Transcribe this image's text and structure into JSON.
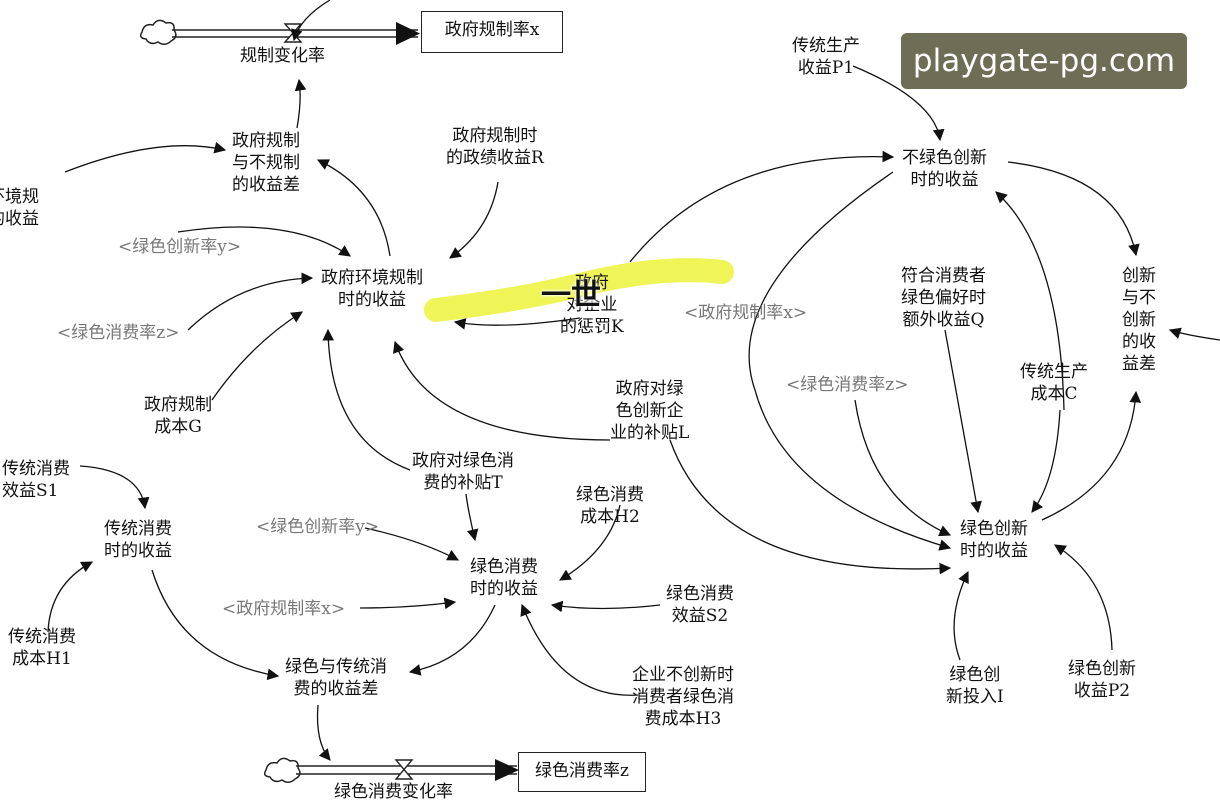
{
  "nodes": {
    "reg_change_rate": "规制变化率",
    "gov_reg_diff": "政府规制\n与不规制\n的收益差",
    "left_cut_label": "环境规\n的收益",
    "gov_reg_perf": "政府规制时\n的政绩收益R",
    "green_innov_rate_1": "<绿色创新率y>",
    "gov_env_reg_benefit": "政府环境规制\n时的收益",
    "green_cons_rate_1": "<绿色消费率z>",
    "gov_reg_cost": "政府规制\n成本G",
    "penalty": "政府\n对企业\n的惩罚K",
    "gov_subsidy_innov": "政府对绿\n色创新企\n业的补贴L",
    "gov_subsidy_cons": "政府对绿色消\n费的补贴T",
    "trad_cons_benefit_s1": "传统消费\n效益S1",
    "trad_cons_revenue": "传统消费\n时的收益",
    "green_innov_rate_2": "<绿色创新率y>",
    "green_cons_cost_h2": "绿色消费\n成本H2",
    "green_cons_revenue": "绿色消费\n时的收益",
    "gov_reg_rate_2": "<政府规制率x>",
    "green_cons_benefit_s2": "绿色消费\n效益S2",
    "trad_cons_cost_h1": "传统消费\n成本H1",
    "green_trad_cons_diff": "绿色与传统消\n费的收益差",
    "h3": "企业不创新时\n消费者绿色消\n费成本H3",
    "green_cons_change_rate": "绿色消费变化率",
    "trad_prod_p1": "传统生产\n收益P1",
    "non_green_innov_revenue": "不绿色创新\n时的收益",
    "innov_diff": "创新\n与不\n创新\n的收\n益差",
    "gov_reg_rate_3": "<政府规制率x>",
    "consumer_pref_q": "符合消费者\n绿色偏好时\n额外收益Q",
    "green_cons_rate_3": "<绿色消费率z>",
    "trad_prod_cost_c": "传统生产\n成本C",
    "green_innov_revenue": "绿色创新\n时的收益",
    "green_innov_input": "绿色创\n新投入I",
    "green_innov_p2": "绿色创新\n收益P2"
  },
  "stocks": {
    "gov_reg_rate": "政府规制率x",
    "green_cons_rate": "绿色消费率z"
  },
  "watermark": "playgate-pg.com",
  "scribble": "一世"
}
